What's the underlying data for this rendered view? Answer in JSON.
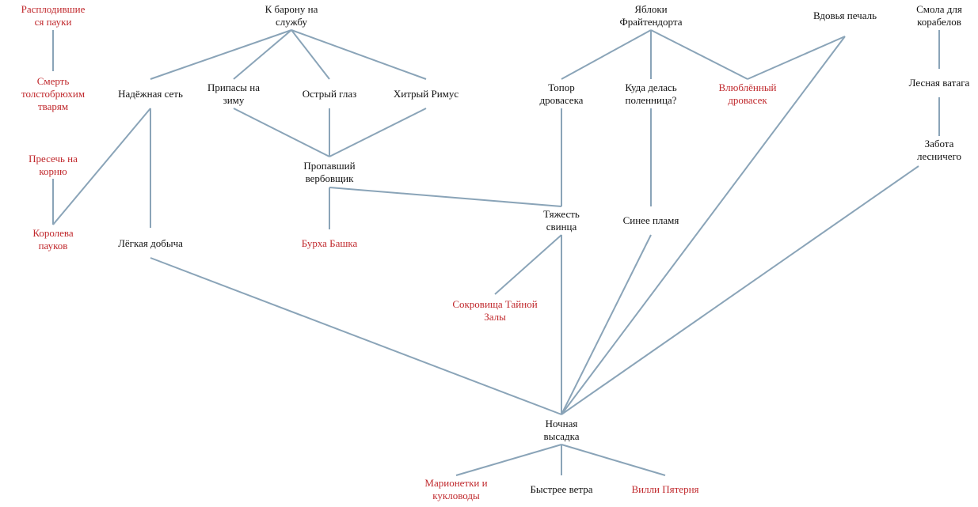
{
  "colors": {
    "edge": "#8aa4b8",
    "node_text": "#111111",
    "node_text_highlight": "#c0282c"
  },
  "nodes": {
    "raspl": {
      "label": "Расплодившие\nся пауки",
      "highlight": true
    },
    "smert": {
      "label": "Смерть\nтолстобрюхим\nтварям",
      "highlight": true
    },
    "presech": {
      "label": "Пресечь на\nкорню",
      "highlight": true
    },
    "koroleva": {
      "label": "Королева\nпауков",
      "highlight": true
    },
    "k_baronu": {
      "label": "К барону на\nслужбу",
      "highlight": false
    },
    "nadezh": {
      "label": "Надёжная сеть",
      "highlight": false
    },
    "pripasy": {
      "label": "Припасы на\nзиму",
      "highlight": false
    },
    "ostry": {
      "label": "Острый глаз",
      "highlight": false
    },
    "hitry": {
      "label": "Хитрый Римус",
      "highlight": false
    },
    "propav": {
      "label": "Пропавший\nвербовщик",
      "highlight": false
    },
    "legkaya": {
      "label": "Лёгкая добыча",
      "highlight": false
    },
    "burha": {
      "label": "Бурха Башка",
      "highlight": true
    },
    "yabloki": {
      "label": "Яблоки\nФрайтендорта",
      "highlight": false
    },
    "topor": {
      "label": "Топор\nдровасека",
      "highlight": false
    },
    "kuda": {
      "label": "Куда делась\nполенница?",
      "highlight": false
    },
    "vlyubl": {
      "label": "Влюблённый\nдровасек",
      "highlight": true
    },
    "vdovya": {
      "label": "Вдовья печаль",
      "highlight": false
    },
    "smola": {
      "label": "Смола для\nкорабелов",
      "highlight": false
    },
    "lesnaya": {
      "label": "Лесная ватага",
      "highlight": false
    },
    "zabota": {
      "label": "Забота\nлесничего",
      "highlight": false
    },
    "tyazhest": {
      "label": "Тяжесть\nсвинца",
      "highlight": false
    },
    "sinee": {
      "label": "Синее пламя",
      "highlight": false
    },
    "sokrov": {
      "label": "Сокровища Тайной\nЗалы",
      "highlight": true
    },
    "nochnaya": {
      "label": "Ночная\nвысадка",
      "highlight": false
    },
    "marionetki": {
      "label": "Марионетки и\nкукловоды",
      "highlight": true
    },
    "bystree": {
      "label": "Быстрее ветра",
      "highlight": false
    },
    "villi": {
      "label": "Вилли Пятерня",
      "highlight": true
    }
  },
  "edges": [
    [
      "raspl",
      "smert"
    ],
    [
      "koroleva",
      "presech"
    ],
    [
      "koroleva",
      "nadezh"
    ],
    [
      "k_baronu",
      "nadezh"
    ],
    [
      "k_baronu",
      "pripasy"
    ],
    [
      "k_baronu",
      "ostry"
    ],
    [
      "k_baronu",
      "hitry"
    ],
    [
      "nadezh",
      "legkaya"
    ],
    [
      "pripasy",
      "propav"
    ],
    [
      "ostry",
      "propav"
    ],
    [
      "hitry",
      "propav"
    ],
    [
      "propav",
      "burha"
    ],
    [
      "propav",
      "tyazhest"
    ],
    [
      "yabloki",
      "topor"
    ],
    [
      "yabloki",
      "kuda"
    ],
    [
      "yabloki",
      "vlyubl"
    ],
    [
      "vdovya",
      "vlyubl"
    ],
    [
      "topor",
      "tyazhest"
    ],
    [
      "kuda",
      "sinee"
    ],
    [
      "smola",
      "lesnaya"
    ],
    [
      "lesnaya",
      "zabota"
    ],
    [
      "tyazhest",
      "sokrov"
    ],
    [
      "tyazhest",
      "nochnaya"
    ],
    [
      "legkaya",
      "nochnaya"
    ],
    [
      "sinee",
      "nochnaya"
    ],
    [
      "vdovya",
      "nochnaya"
    ],
    [
      "zabota",
      "nochnaya"
    ],
    [
      "nochnaya",
      "marionetki"
    ],
    [
      "nochnaya",
      "bystree"
    ],
    [
      "nochnaya",
      "villi"
    ]
  ]
}
